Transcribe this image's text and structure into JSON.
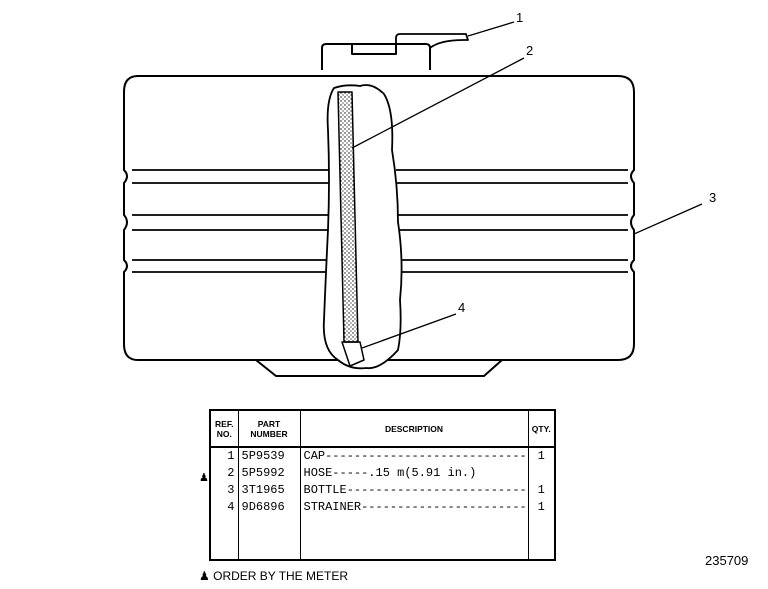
{
  "diagram": {
    "callouts": [
      {
        "number": "1"
      },
      {
        "number": "2"
      },
      {
        "number": "3"
      },
      {
        "number": "4"
      }
    ]
  },
  "parts_table": {
    "headers": {
      "ref_no": "REF. NO.",
      "part_number": "PART NUMBER",
      "description": "DESCRIPTION",
      "qty": "QTY."
    },
    "rows": [
      {
        "ref": "1",
        "part": "5P9539",
        "desc": "CAP------------------------------",
        "qty": "1",
        "order_by_meter": false
      },
      {
        "ref": "2",
        "part": "5P5992",
        "desc": "HOSE-----.15 m(5.91 in.)",
        "qty": "",
        "order_by_meter": true
      },
      {
        "ref": "3",
        "part": "3T1965",
        "desc": "BOTTLE---------------------------",
        "qty": "1",
        "order_by_meter": false
      },
      {
        "ref": "4",
        "part": "9D6896",
        "desc": "STRAINER-------------------------",
        "qty": "1",
        "order_by_meter": false
      }
    ]
  },
  "footnote": {
    "symbol": "♟",
    "text": "ORDER BY THE METER"
  },
  "figure_number": "235709"
}
